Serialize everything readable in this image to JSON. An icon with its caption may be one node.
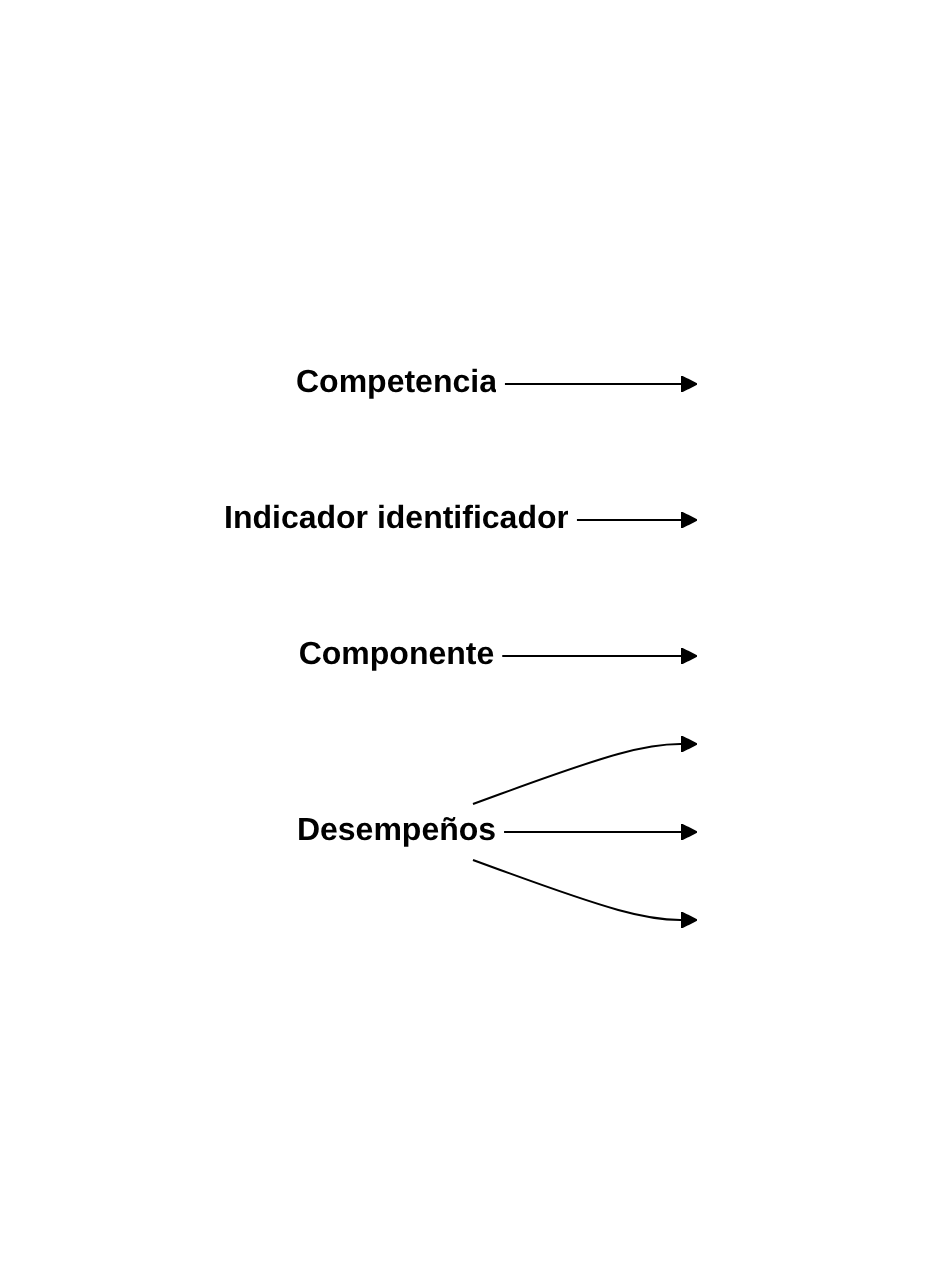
{
  "diagram": {
    "nodes": [
      {
        "text": [
          "Competencia"
        ]
      },
      {
        "text": [
          "Indicador identificador"
        ]
      },
      {
        "text": [
          "Componente"
        ]
      },
      {
        "text": [
          "Desempeños"
        ]
      }
    ],
    "edges": [
      {
        "from": 0,
        "to": null,
        "arrow": "to"
      },
      {
        "from": 1,
        "to": null,
        "arrow": "to"
      },
      {
        "from": 2,
        "to": null,
        "arrow": "to"
      },
      {
        "from": 3,
        "to": null,
        "arrow": "to"
      },
      {
        "from": 3,
        "to": null,
        "arrow": "to"
      },
      {
        "from": 3,
        "to": null,
        "arrow": "to"
      }
    ]
  }
}
